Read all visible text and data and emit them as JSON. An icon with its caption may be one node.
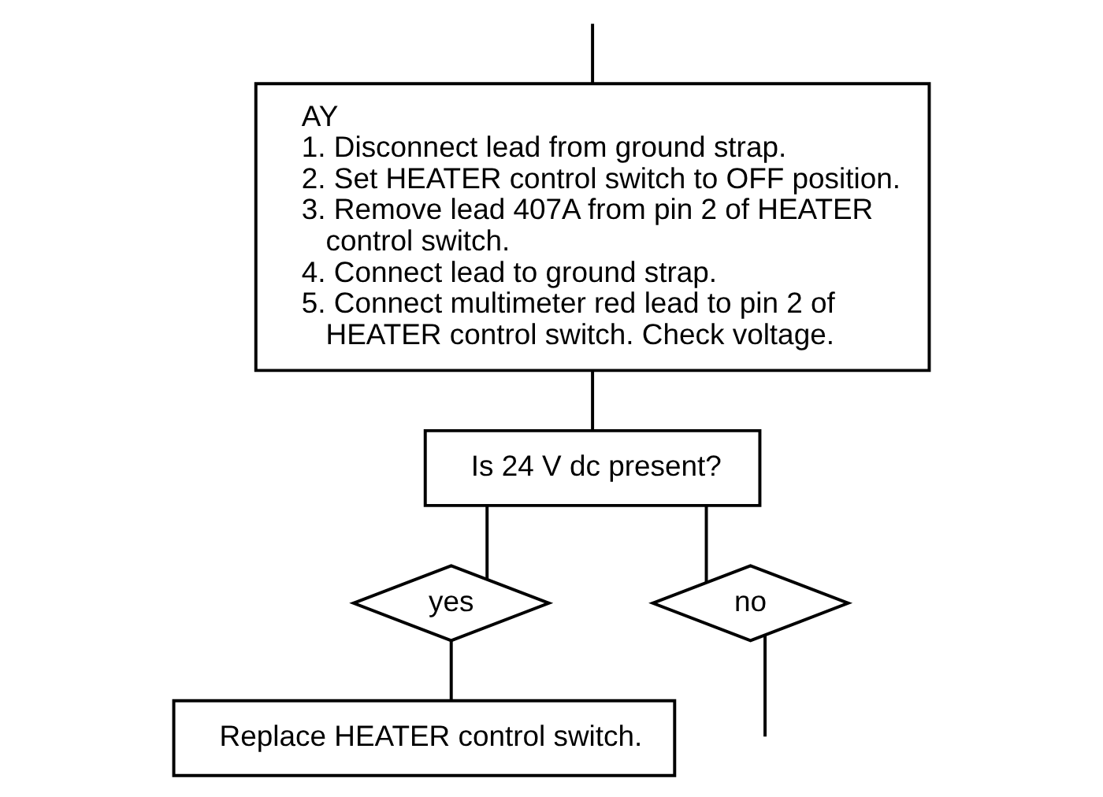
{
  "diagram": {
    "nodes": [
      {
        "text": [
          "AY",
          "1. Disconnect lead from ground strap.",
          "2. Set HEATER control switch to OFF position.",
          "3. Remove lead 407A from pin 2 of HEATER control switch.",
          "4. Connect lead to ground strap.",
          "5. Connect multimeter red lead to pin 2 of HEATER control switch. Check voltage."
        ]
      },
      {
        "text": [
          "Is 24 V dc present?"
        ]
      },
      {
        "text": [
          "yes"
        ]
      },
      {
        "text": [
          "no"
        ]
      },
      {
        "text": [
          "Replace HEATER control switch."
        ]
      }
    ],
    "edges": [
      {
        "from": null,
        "to": 0,
        "arrow": "none"
      },
      {
        "from": 0,
        "to": 1,
        "arrow": "none"
      },
      {
        "from": 1,
        "to": 2,
        "arrow": "none"
      },
      {
        "from": 1,
        "to": 3,
        "arrow": "none"
      },
      {
        "from": 2,
        "to": 4,
        "arrow": "none"
      },
      {
        "from": 3,
        "to": null,
        "arrow": "none"
      }
    ]
  }
}
